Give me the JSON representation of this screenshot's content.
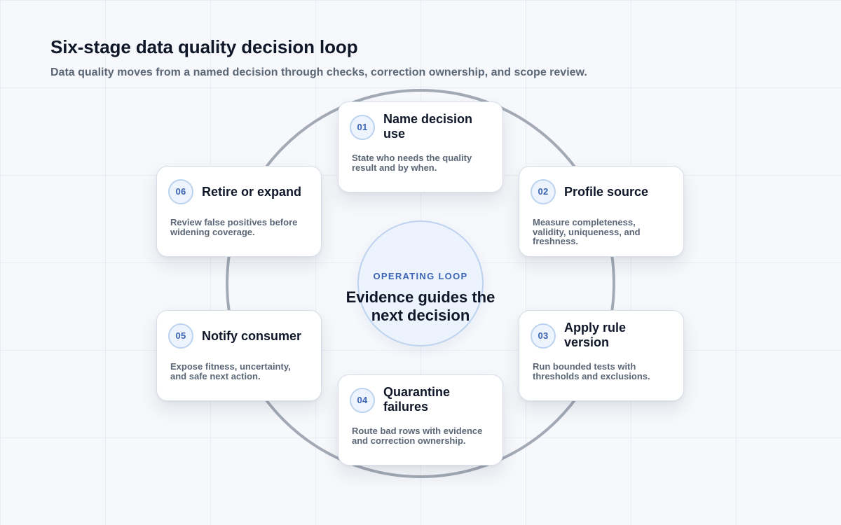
{
  "header": {
    "title": "Six-stage data quality decision loop",
    "subtitle": "Data quality moves from a named decision through checks, correction ownership, and scope review."
  },
  "hub": {
    "kicker": "OPERATING LOOP",
    "text": "Evidence guides the next decision"
  },
  "stages": [
    {
      "number": "01",
      "title": "Name decision use",
      "description": "State who needs the quality result and by when."
    },
    {
      "number": "02",
      "title": "Profile source",
      "description": "Measure completeness, validity, uniqueness, and freshness."
    },
    {
      "number": "03",
      "title": "Apply rule version",
      "description": "Run bounded tests with thresholds and exclusions."
    },
    {
      "number": "04",
      "title": "Quarantine failures",
      "description": "Route bad rows with evidence and correction ownership."
    },
    {
      "number": "05",
      "title": "Notify consumer",
      "description": "Expose fitness, uncertainty, and safe next action."
    },
    {
      "number": "06",
      "title": "Retire or expand",
      "description": "Review false positives before widening coverage."
    }
  ],
  "colors": {
    "accent": "#3b64b4",
    "ring": "#a3aab6",
    "badge_fill": "#eef4fd",
    "hub_fill": "#edf3fd",
    "card_fill": "#ffffff",
    "text": "#0f1729",
    "muted_text": "#5b6676"
  }
}
